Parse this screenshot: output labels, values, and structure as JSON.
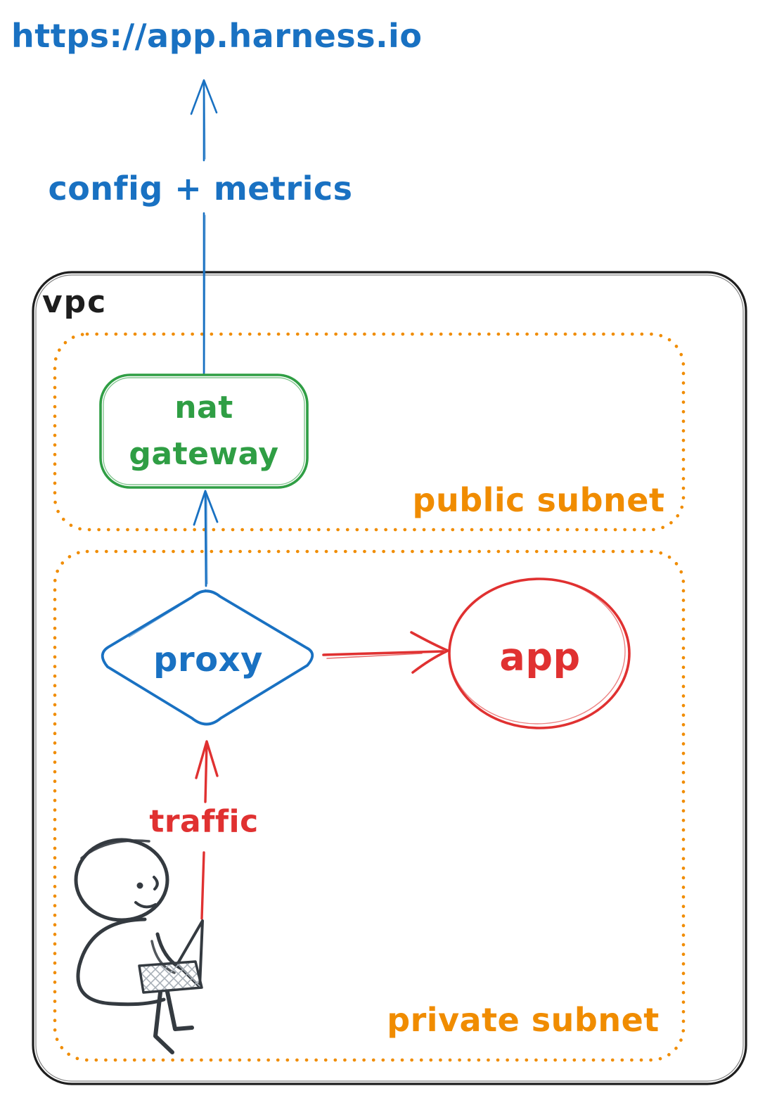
{
  "colors": {
    "blue": "#1971c2",
    "green": "#2f9e44",
    "orange": "#f08c00",
    "red": "#e03131",
    "ink": "#1e1e1e",
    "figure": "#343a40"
  },
  "diagram": {
    "external_endpoint": "https://app.harness.io",
    "outbound_arrow_label": "config + metrics",
    "vpc": {
      "label": "vpc",
      "public_subnet": {
        "label": "public subnet",
        "nat_gateway": "nat gateway"
      },
      "private_subnet": {
        "label": "private subnet",
        "proxy": "proxy",
        "app": "app",
        "traffic_arrow_label": "traffic"
      }
    }
  }
}
